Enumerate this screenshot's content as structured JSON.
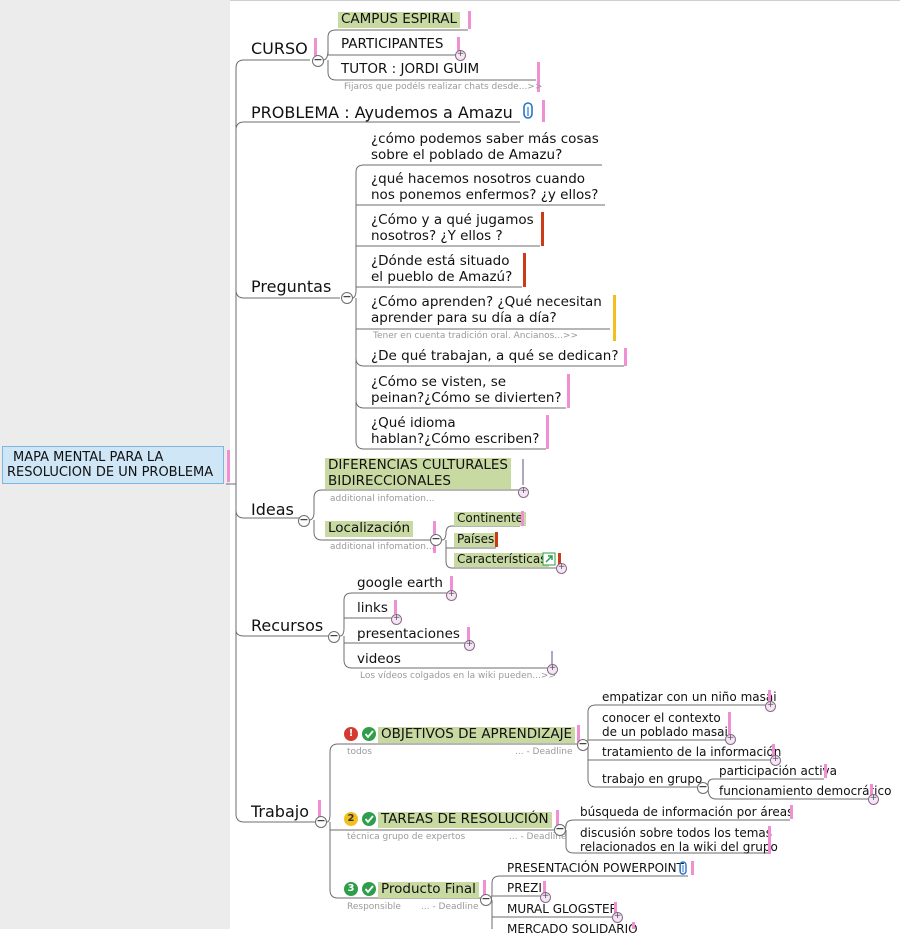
{
  "root": {
    "label_1": "MAPA MENTAL PARA LA",
    "label_2": "RESOLUCION DE UN PROBLEMA"
  },
  "curso": {
    "label": "CURSO",
    "children": [
      "CAMPUS ESPIRAL",
      "PARTICIPANTES",
      "TUTOR : JORDI GUIM"
    ],
    "note": "Fijaros que podéls realizar chats desde...>>"
  },
  "problema": {
    "label": "PROBLEMA : Ayudemos a Amazu"
  },
  "preguntas": {
    "label": "Preguntas",
    "items": [
      {
        "line1": "¿cómo podemos saber más cosas",
        "line2": "sobre el poblado de Amazu?"
      },
      {
        "line1": "¿qué hacemos nosotros cuando",
        "line2": "nos ponemos enfermos? ¿y ellos?"
      },
      {
        "line1": "¿Cómo y a qué jugamos",
        "line2": "nosotros? ¿Y ellos ?"
      },
      {
        "line1": "¿Dónde está situado",
        "line2": "el pueblo de Amazú?"
      },
      {
        "line1": "¿Cómo aprenden? ¿Qué necesitan",
        "line2": "aprender para su día a día?",
        "note": "Tener en cuenta tradición oral. Ancianos...>>"
      },
      {
        "line1": "¿De qué trabajan, a qué se dedican?"
      },
      {
        "line1": "¿Cómo se visten, se",
        "line2": "peinan?¿Cómo se divierten?"
      },
      {
        "line1": "¿Qué idioma",
        "line2": "hablan?¿Cómo escriben?"
      }
    ]
  },
  "ideas": {
    "label": "Ideas",
    "dif_line1": "DIFERENCIAS CULTURALES",
    "dif_line2": "BIDIRECCIONALES",
    "dif_note": "additional infomation...",
    "loc_label": "Localización",
    "loc_note": "additional infomation...",
    "loc_children": [
      "Continente",
      "Países",
      "Características"
    ]
  },
  "recursos": {
    "label": "Recursos",
    "items": [
      "google earth",
      "links",
      "presentaciones",
      "videos"
    ],
    "note": "Los vídeos colgados en la wiki pueden...>>"
  },
  "trabajo": {
    "label": "Trabajo",
    "objetivos": {
      "label": "OBJETIVOS DE APRENDIZAJE",
      "badge": "!",
      "meta_left": "todos",
      "meta_right": "... - Deadline",
      "children": [
        {
          "line1": "empatizar con un niño masai"
        },
        {
          "line1": "conocer el contexto",
          "line2": "de un poblado masai"
        },
        {
          "line1": "tratamiento de la información"
        },
        {
          "line1": "trabajo en grupo"
        }
      ],
      "grupo_children": [
        "participación activa",
        "funcionamiento democrático"
      ]
    },
    "tareas": {
      "label": "TAREAS DE RESOLUCIÓN",
      "badge": "2",
      "meta_left": "técnica grupo de expertos",
      "meta_right": "... - Deadline",
      "children": [
        {
          "line1": "búsqueda de información por áreas"
        },
        {
          "line1": "discusión sobre todos los temas",
          "line2": "relacionados en la wiki del grupo"
        }
      ]
    },
    "producto": {
      "label": "Producto Final",
      "badge": "3",
      "meta_left": "Responsible",
      "meta_right": "... - Deadline",
      "children": [
        "PRESENTACIÓN POWERPOINT",
        "PREZI",
        "MURAL GLOGSTER",
        "MERCADO SOLIDARIO"
      ]
    }
  },
  "colors": {
    "highlight": "#c9d9a2",
    "root_fill": "#cfe6f7",
    "pink": "#f08fd4",
    "red": "#cc3a17",
    "yellow": "#f2c01e",
    "check": "#2e9e4a",
    "alert": "#d43b30",
    "badge3": "#2e9e4a",
    "badge2": "#f2c01e"
  }
}
